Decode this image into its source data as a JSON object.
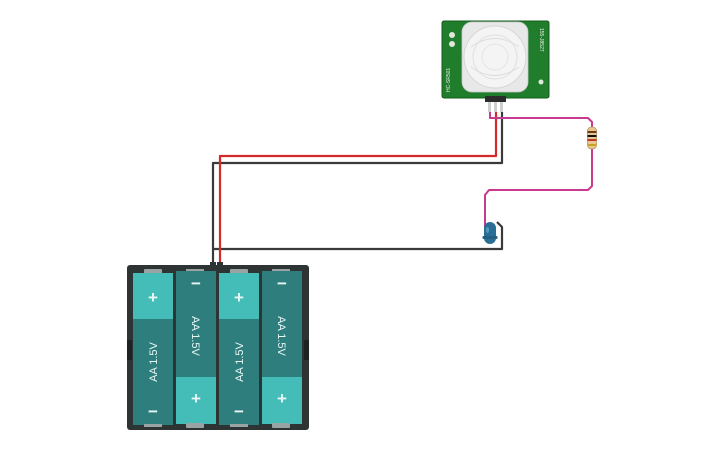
{
  "battery_pack": {
    "cells": [
      {
        "label": "AA 1.5V",
        "top_terminal": "+",
        "bottom_terminal": "−",
        "orientation": "up"
      },
      {
        "label": "AA 1.5V",
        "top_terminal": "−",
        "bottom_terminal": "+",
        "orientation": "down"
      },
      {
        "label": "AA 1.5V",
        "top_terminal": "+",
        "bottom_terminal": "−",
        "orientation": "up"
      },
      {
        "label": "AA 1.5V",
        "top_terminal": "−",
        "bottom_terminal": "+",
        "orientation": "down"
      }
    ]
  },
  "pir_sensor": {
    "left_label": "HC-SR501",
    "right_label": "155-J8527"
  },
  "colors": {
    "wire_positive": "#d42a2a",
    "wire_negative": "#3a3a3a",
    "wire_signal": "#c8398f",
    "battery_case": "#2e3333",
    "battery_cell_dark": "#2f7e7e",
    "battery_cell_light": "#44bdb8",
    "pcb": "#1f7d2c",
    "led": "#2a6e96"
  }
}
